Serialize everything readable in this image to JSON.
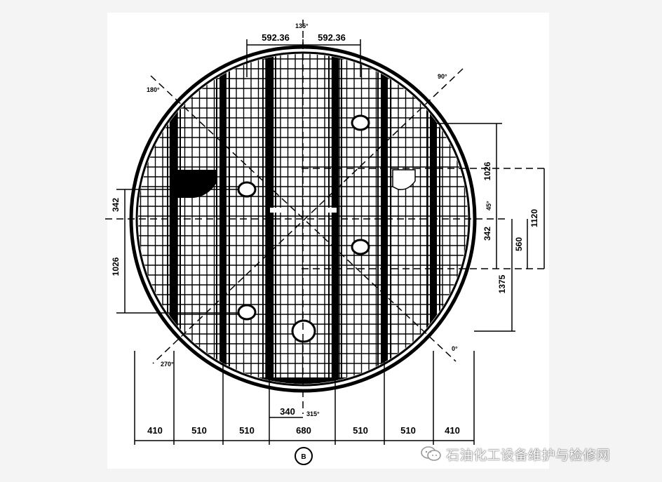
{
  "drawing": {
    "top_dims": [
      "592.36",
      "592.36"
    ],
    "top_angle": "135°",
    "angles": {
      "a180": "180°",
      "a90": "90°",
      "a270": "270°",
      "a0": "0°",
      "a315": "315°",
      "a45": "45°"
    },
    "left_dims": [
      "342",
      "1026"
    ],
    "right_dims": [
      "1026",
      "342",
      "1120",
      "560",
      "1375"
    ],
    "bottom_dims": [
      "410",
      "510",
      "510",
      "680",
      "510",
      "510",
      "410"
    ],
    "center_dim": "340",
    "section_marker": "B"
  },
  "watermark": {
    "text": "石油化工设备维护与检修网",
    "icon": "wechat-icon"
  },
  "colors": {
    "line": "#000000",
    "paper": "#ffffff",
    "background": "#f4f4f4"
  }
}
